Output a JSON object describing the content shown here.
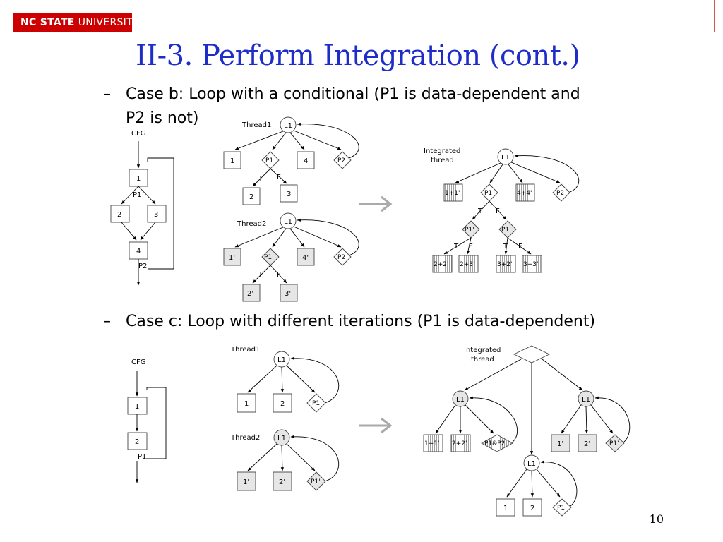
{
  "header": {
    "brand_bold": "NC STATE",
    "brand_light": "UNIVERSITY",
    "title": "II-3. Perform Integration (cont.)",
    "page_number": "10"
  },
  "bullets": {
    "dash": "–",
    "case_b_line1": "Case b: Loop with a conditional (P1 is data-dependent and",
    "case_b_line2": "P2 is not)",
    "case_c": "Case c: Loop with different iterations (P1 is data-dependent)"
  },
  "case_b": {
    "cfg": {
      "label": "CFG",
      "n1": "1",
      "p1": "P1",
      "n2": "2",
      "n3": "3",
      "n4": "4",
      "p2": "P2"
    },
    "thread1": {
      "label": "Thread1",
      "l1": "L1",
      "n1": "1",
      "p1": "P1",
      "n4": "4",
      "p2": "P2",
      "t": "T",
      "f": "F",
      "n2": "2",
      "n3": "3"
    },
    "thread2": {
      "label": "Thread2",
      "l1": "L1",
      "n1": "1'",
      "p1": "P1'",
      "n4": "4'",
      "p2": "P2",
      "t": "T",
      "f": "F",
      "n2": "2'",
      "n3": "3'"
    },
    "integrated": {
      "label_line1": "Integrated",
      "label_line2": "thread",
      "l1": "L1",
      "n11": "1+1'",
      "p1": "P1",
      "n44": "4+4'",
      "p2": "P2",
      "t": "T",
      "f": "F",
      "p1a": "P1'",
      "p1b": "P1'",
      "n22": "2+2'",
      "n23": "2+3'",
      "n32": "3+2'",
      "n33": "3+3'"
    }
  },
  "case_c": {
    "cfg": {
      "label": "CFG",
      "n1": "1",
      "n2": "2",
      "p1": "P1"
    },
    "thread1": {
      "label": "Thread1",
      "l1": "L1",
      "n1": "1",
      "n2": "2",
      "p1": "P1"
    },
    "thread2": {
      "label": "Thread2",
      "l1": "L1",
      "n1": "1'",
      "n2": "2'",
      "p1": "P1'"
    },
    "integrated": {
      "label_line1": "Integrated",
      "label_line2": "thread",
      "l1_left": "L1",
      "n11": "1+1'",
      "n22": "2+2'",
      "p1p2": "P1&P2",
      "l1_right": "L1",
      "n1r": "1'",
      "n2r": "2'",
      "p1r": "P1'",
      "l1_bottom": "L1",
      "n1b": "1",
      "n2b": "2",
      "p1b": "P1"
    }
  },
  "arrow_glyph": "→"
}
